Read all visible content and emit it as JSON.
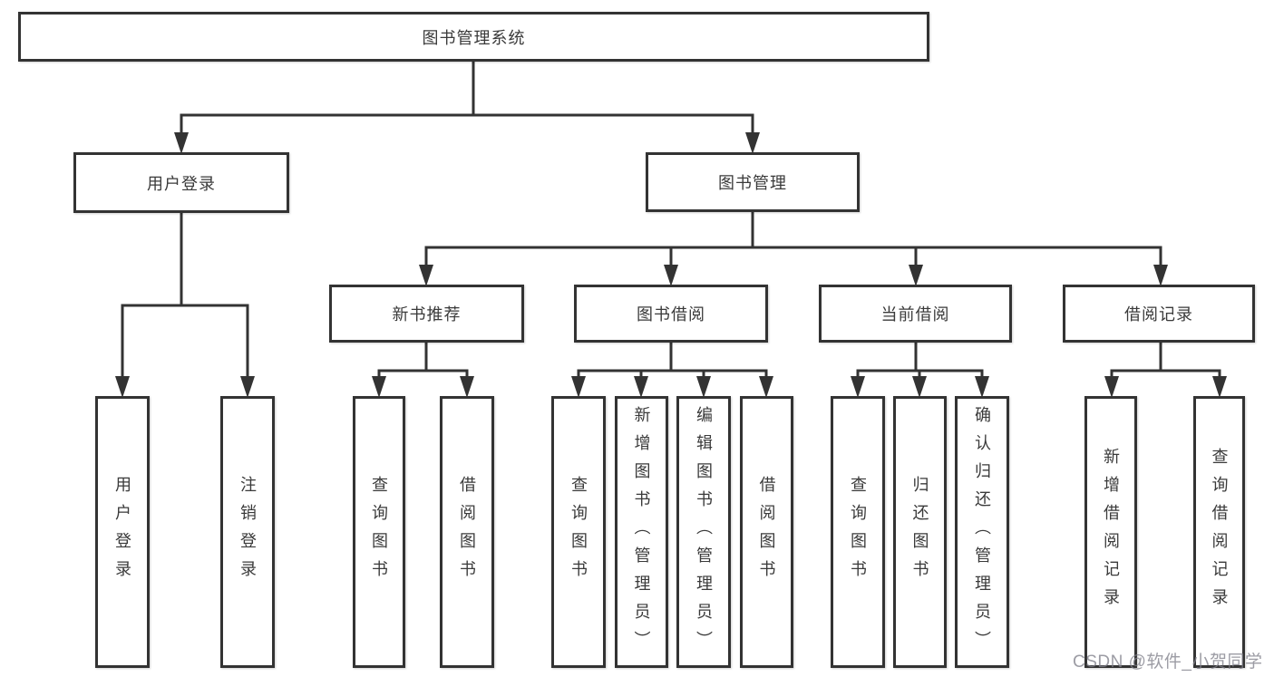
{
  "diagram": {
    "root": {
      "label": "图书管理系统"
    },
    "level2": [
      {
        "label": "用户登录"
      },
      {
        "label": "图书管理"
      }
    ],
    "level3": [
      {
        "label": "新书推荐"
      },
      {
        "label": "图书借阅"
      },
      {
        "label": "当前借阅"
      },
      {
        "label": "借阅记录"
      }
    ],
    "leaves": [
      {
        "label": "用户登录"
      },
      {
        "label": "注销登录"
      },
      {
        "label": "查询图书"
      },
      {
        "label": "借阅图书"
      },
      {
        "label": "查询图书"
      },
      {
        "label": "新增图书（管理员）"
      },
      {
        "label": "编辑图书（管理员）"
      },
      {
        "label": "借阅图书"
      },
      {
        "label": "查询图书"
      },
      {
        "label": "归还图书"
      },
      {
        "label": "确认归还（管理员）"
      },
      {
        "label": "新增借阅记录"
      },
      {
        "label": "查询借阅记录"
      }
    ]
  },
  "watermark": {
    "text": "CSDN @软件_小贺同学"
  },
  "colors": {
    "line": "#333333",
    "text": "#3a3a3a",
    "watermark": "#80808a",
    "background": "#ffffff"
  }
}
